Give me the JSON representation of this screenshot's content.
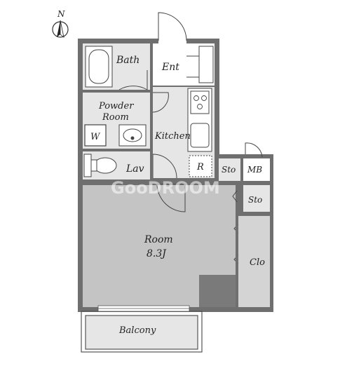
{
  "compass": {
    "north_label": "N"
  },
  "rooms": {
    "bath": "Bath",
    "entrance": "Ent",
    "powder_room_line1": "Powder",
    "powder_room_line2": "Room",
    "washer": "W",
    "kitchen": "Kitchen",
    "fridge": "R",
    "lavatory": "Lav",
    "storage_1": "Sto",
    "meter_box": "MB",
    "storage_2": "Sto",
    "main_room": "Room",
    "main_room_size": "8.3J",
    "closet": "Clo",
    "balcony": "Balcony"
  },
  "watermark": "GooDROOM",
  "colors": {
    "wall": "#6f6f6f",
    "floor_light": "#e6e6e6",
    "floor_room": "#c4c4c4",
    "floor_closet": "#d4d4d4",
    "dark_block": "#7a7a7a",
    "outline": "#555555"
  }
}
